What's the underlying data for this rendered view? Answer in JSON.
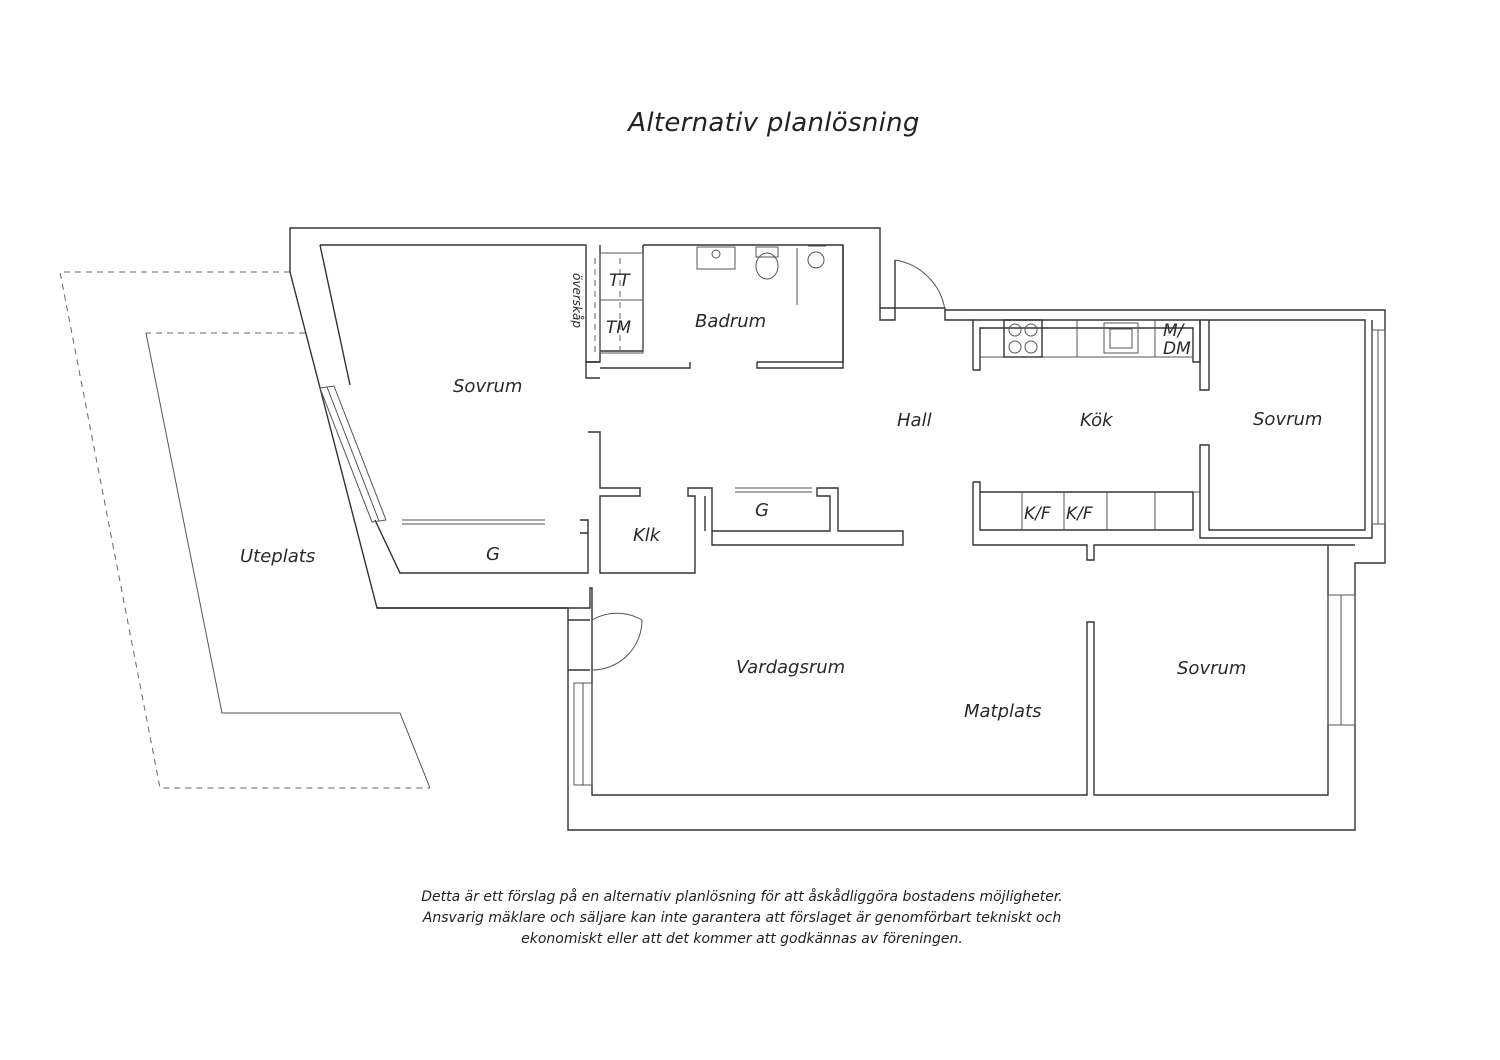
{
  "title": "Alternativ planlösning",
  "rooms": {
    "sovrum_left": "Sovrum",
    "badrum": "Badrum",
    "tt": "TT",
    "tm": "TM",
    "overskap": "överskåp",
    "hall": "Hall",
    "kok": "Kök",
    "md_line1": "M/",
    "md_line2": "DM",
    "sovrum_right_top": "Sovrum",
    "kf1": "K/F",
    "kf2": "K/F",
    "g_left": "G",
    "g_mid": "G",
    "klk": "Klk",
    "uteplats": "Uteplats",
    "vardagsrum": "Vardagsrum",
    "matplats": "Matplats",
    "sovrum_right_bottom": "Sovrum"
  },
  "disclaimer": {
    "line1": "Detta är ett förslag på en alternativ planlösning för att åskådliggöra bostadens möjligheter.",
    "line2": "Ansvarig mäklare och säljare kan inte garantera att förslaget är genomförbart tekniskt och",
    "line3": "ekonomiskt eller att det kommer att godkännas av föreningen."
  }
}
